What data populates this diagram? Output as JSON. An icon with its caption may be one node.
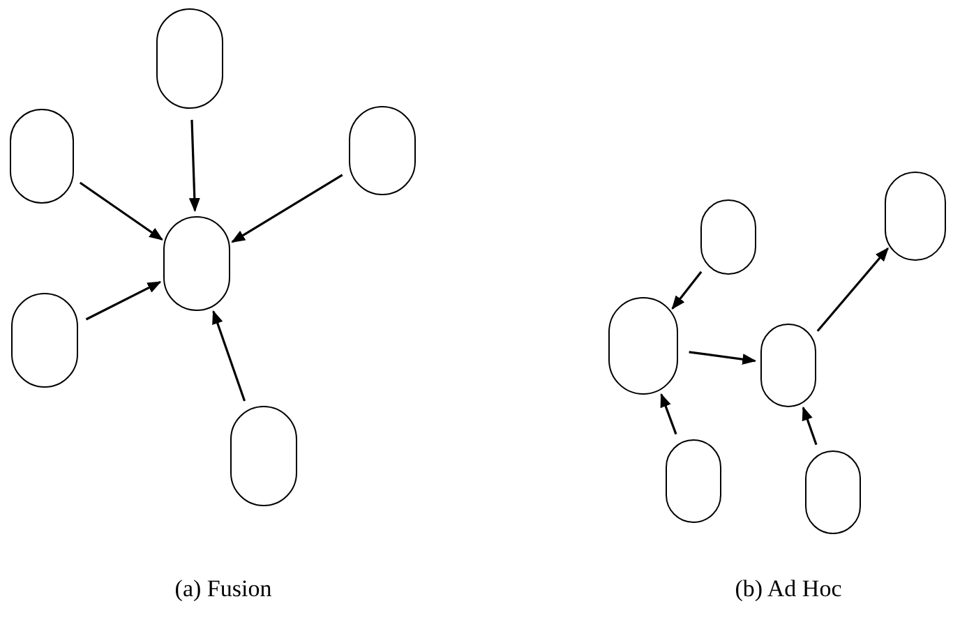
{
  "diagram": {
    "nodes": [
      {
        "text": [],
        "shape": "circle"
      },
      {
        "text": [],
        "shape": "circle"
      },
      {
        "text": [],
        "shape": "circle"
      },
      {
        "text": [],
        "shape": "circle"
      },
      {
        "text": [],
        "shape": "circle"
      },
      {
        "text": [],
        "shape": "circle"
      },
      {
        "text": [],
        "shape": "circle"
      },
      {
        "text": [],
        "shape": "circle"
      },
      {
        "text": [],
        "shape": "circle"
      },
      {
        "text": [],
        "shape": "circle"
      },
      {
        "text": [],
        "shape": "circle"
      },
      {
        "text": [],
        "shape": "circle"
      }
    ],
    "edges": [
      {
        "from": 0,
        "to": 3,
        "arrow": "to"
      },
      {
        "from": 1,
        "to": 3,
        "arrow": "to"
      },
      {
        "from": 2,
        "to": 3,
        "arrow": "to"
      },
      {
        "from": 4,
        "to": 3,
        "arrow": "to"
      },
      {
        "from": 5,
        "to": 3,
        "arrow": "to"
      },
      {
        "from": 6,
        "to": 8,
        "arrow": "to"
      },
      {
        "from": 8,
        "to": 9,
        "arrow": "to"
      },
      {
        "from": 9,
        "to": 7,
        "arrow": "to"
      },
      {
        "from": 10,
        "to": 8,
        "arrow": "to"
      },
      {
        "from": 11,
        "to": 9,
        "arrow": "to"
      }
    ],
    "labels": [
      "(a) Fusion",
      "(b) Ad Hoc"
    ]
  }
}
